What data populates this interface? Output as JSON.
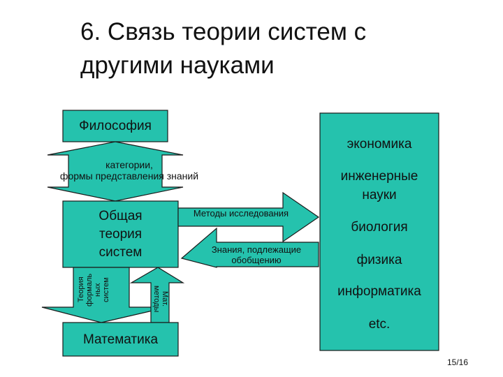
{
  "title": {
    "line1": "6. Связь теории систем с",
    "line2": "другими науками"
  },
  "boxes": {
    "philosophy": "Философия",
    "general_theory": {
      "line1": "Общая",
      "line2": "теория",
      "line3": "систем"
    },
    "mathematics": "Математика"
  },
  "sciences": [
    "экономика",
    "инженерные",
    "науки",
    "биология",
    "физика",
    "информатика",
    "etc."
  ],
  "arrows": {
    "philosophy_link": {
      "line1": "категории,",
      "line2": "формы представления знаний"
    },
    "research_methods": "Методы исследования",
    "knowledge_generalization": {
      "line1": "Знания, подлежащие",
      "line2": "обобщению"
    },
    "formal_systems_theory": {
      "line1": "Теория",
      "line2": "формаль",
      "line3": "ных",
      "line4": "систем"
    },
    "math_methods": {
      "line1": "Мат.",
      "line2": "методы"
    }
  },
  "page_number": "15/16",
  "colors": {
    "fill": "#25c2ad",
    "stroke": "#1a1a1a",
    "text": "#111111"
  }
}
